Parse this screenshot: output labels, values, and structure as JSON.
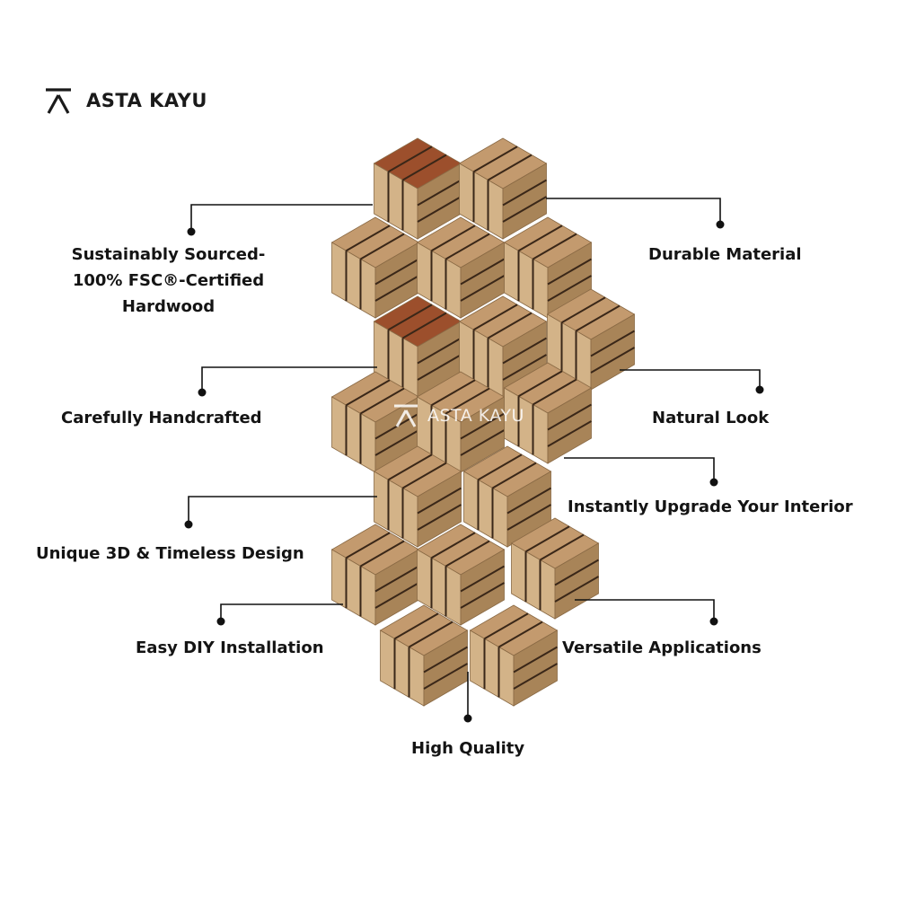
{
  "brand": {
    "name": "ASTA KAYU",
    "logo_icon": "asta-kayu-logo-icon",
    "color": "#1a1a1a"
  },
  "watermark": {
    "name": "ASTA KAYU"
  },
  "features": {
    "sustainably_sourced": [
      "Sustainably Sourced-",
      "100% FSC®-Certified",
      "Hardwood"
    ],
    "durable_material": "Durable Material",
    "carefully_handcrafted": "Carefully Handcrafted",
    "natural_look": "Natural Look",
    "instantly_upgrade": "Instantly Upgrade Your Interior",
    "unique_3d": "Unique 3D & Timeless Design",
    "easy_diy": "Easy DIY Installation",
    "versatile_applications": "Versatile Applications",
    "high_quality": "High Quality"
  },
  "colors": {
    "wood_top": "#c39a6e",
    "wood_left": "#d3b388",
    "wood_right": "#a88458",
    "wood_dark": "#9c4f2c",
    "groove": "#3a2718",
    "leader": "#111111",
    "text": "#141414"
  }
}
